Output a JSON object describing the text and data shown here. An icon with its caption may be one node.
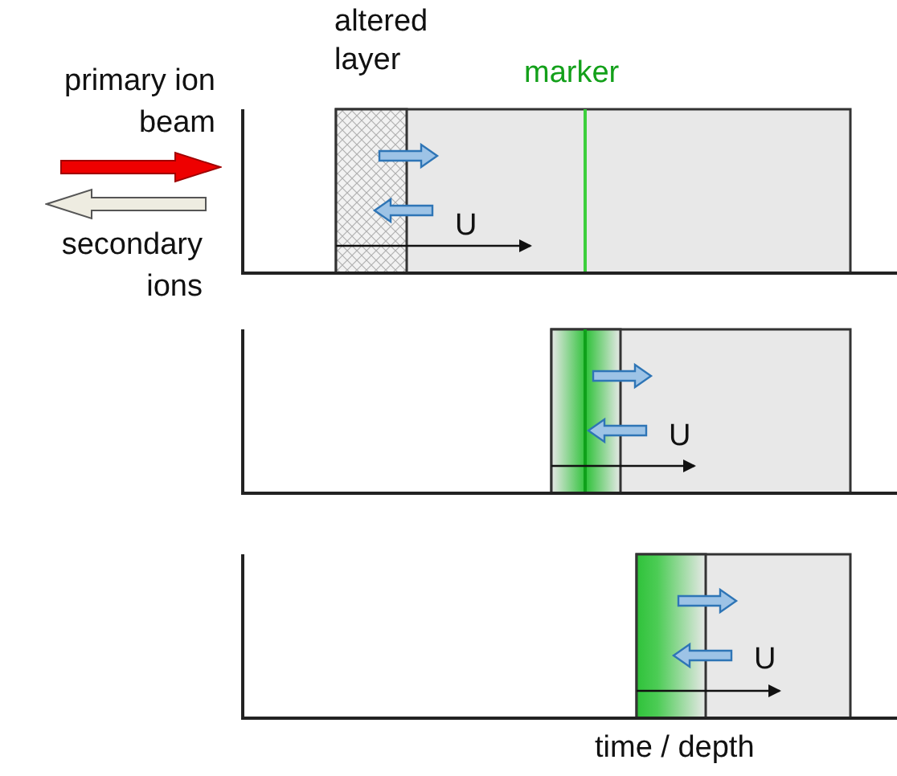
{
  "diagram": {
    "labels": [
      "altered layer",
      "marker",
      "U",
      "U",
      "U",
      "time / depth"
    ],
    "legend": [
      {
        "text": "primary ion beam"
      },
      {
        "text": "secondary ions"
      }
    ]
  }
}
